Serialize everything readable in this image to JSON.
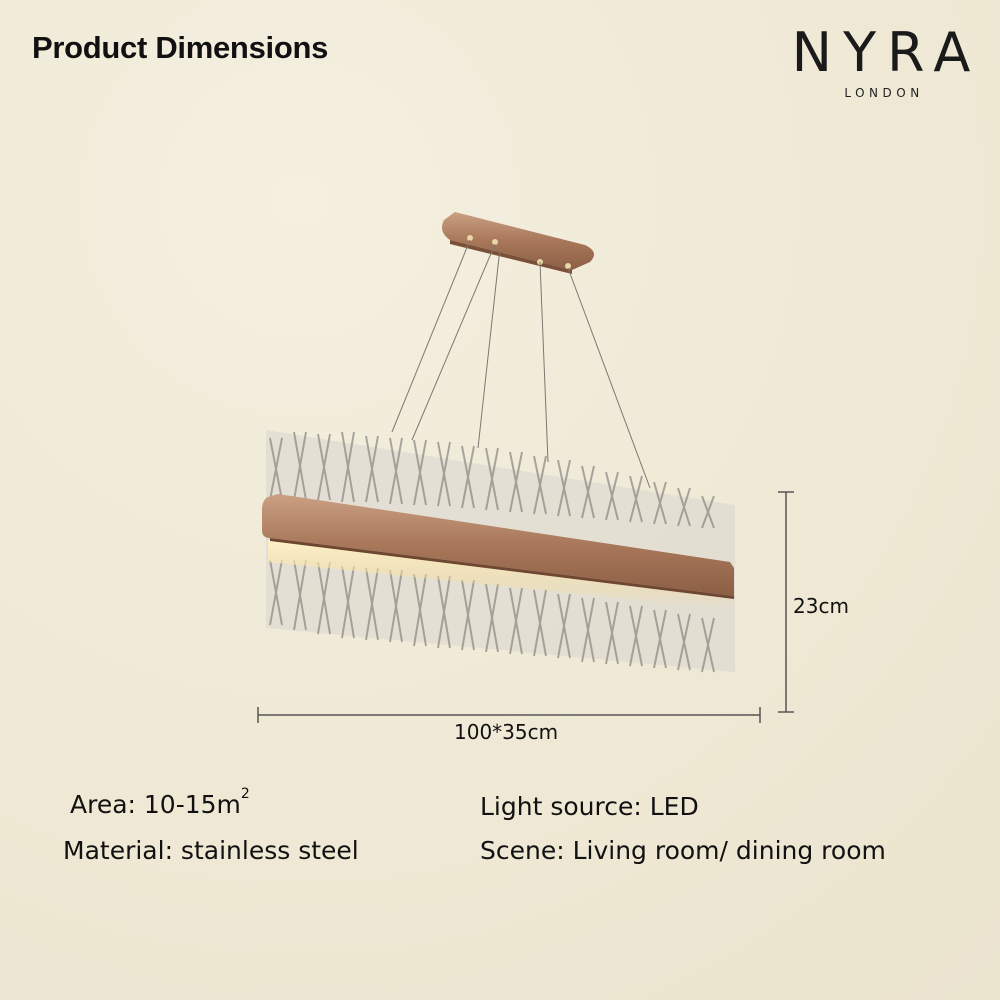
{
  "heading": "Product Dimensions",
  "brand": {
    "name": "NYRA",
    "sub": "LONDON"
  },
  "dimensions": {
    "height": "23cm",
    "width": "100*35cm"
  },
  "specs": {
    "area_label": "Area: 10-15m",
    "area_sup": "2",
    "material": "Material: stainless steel",
    "light": "Light source: LED",
    "scene": "Scene: Living room/ dining room"
  },
  "colors": {
    "background": "#f1ecda",
    "metal": "#b98a6a",
    "text": "#111111"
  }
}
